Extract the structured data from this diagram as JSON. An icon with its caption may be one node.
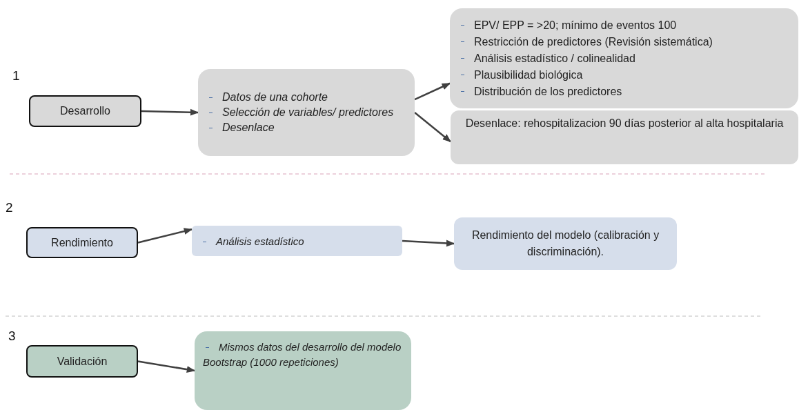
{
  "diagram": {
    "nodes": [
      {
        "text": [
          "Desarrollo"
        ]
      },
      {
        "text": [
          "Datos de una cohorte",
          "Selección de variables/ predictores",
          "Desenlace"
        ]
      },
      {
        "text": [
          "EPV/ EPP = >20; mínimo de eventos 100",
          "Restricción de predictores  (Revisión sistemática)",
          "Análisis estadístico / colinealidad",
          "Plausibilidad biológica",
          "Distribución de los predictores"
        ]
      },
      {
        "text": [
          "Desenlace: rehospitalizacion 90 días posterior al alta hospitalaria"
        ]
      },
      {
        "text": [
          "Rendimiento"
        ]
      },
      {
        "text": [
          "Análisis estadístico"
        ]
      },
      {
        "text": [
          "Rendimiento del modelo (calibración y discriminación)."
        ]
      },
      {
        "text": [
          "Validación"
        ]
      },
      {
        "text": [
          "Mismos datos del desarrollo del modelo",
          "Bootstrap (1000 repeticiones)"
        ]
      }
    ],
    "edges": [
      {
        "from": 0,
        "to": 1,
        "arrow": "to"
      },
      {
        "from": 1,
        "to": 2,
        "arrow": "to"
      },
      {
        "from": 1,
        "to": 3,
        "arrow": "to"
      },
      {
        "from": 4,
        "to": 5,
        "arrow": "to"
      },
      {
        "from": 5,
        "to": 6,
        "arrow": "to"
      },
      {
        "from": 7,
        "to": 8,
        "arrow": "to"
      }
    ],
    "labels": [
      "1",
      "2",
      "3"
    ]
  }
}
